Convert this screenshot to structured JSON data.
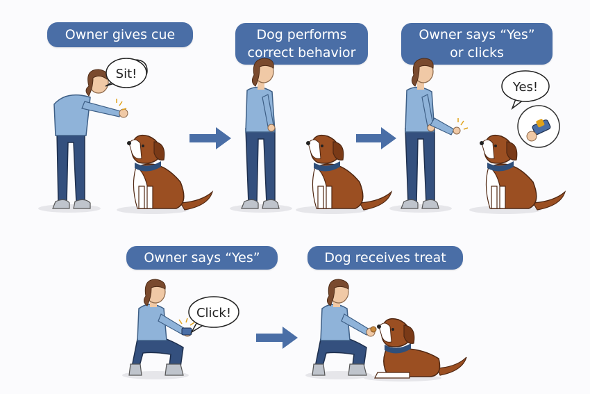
{
  "steps": [
    {
      "label_lines": [
        "Owner gives cue"
      ],
      "speech": "Sit!"
    },
    {
      "label_lines": [
        "Dog performs",
        "correct behavior"
      ]
    },
    {
      "label_lines": [
        "Owner says “Yes”",
        "or clicks"
      ],
      "speech": "Yes!"
    },
    {
      "label_lines": [
        "Owner says “Yes”"
      ],
      "speech": "Click!"
    },
    {
      "label_lines": [
        "Dog receives treat"
      ]
    }
  ],
  "colors": {
    "pill": "#4a6ea6",
    "arrow": "#4a6ea6",
    "shirt": "#8fb3d9",
    "jeans": "#34507e",
    "hair": "#7a4a2e",
    "skin": "#f0c9a6",
    "dog_brown": "#9b4f22",
    "dog_white": "#ffffff",
    "collar": "#2f4f7a"
  },
  "icons": [
    "arrow-right-icon",
    "clicker-icon",
    "speech-bubble-icon",
    "treat-icon"
  ]
}
